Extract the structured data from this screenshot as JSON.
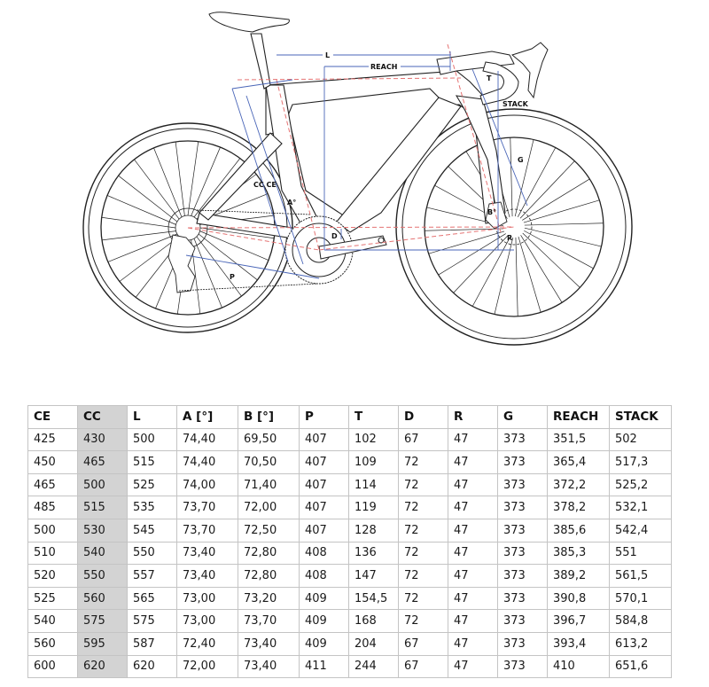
{
  "diagram": {
    "labels": {
      "L": "L",
      "REACH": "REACH",
      "T": "T",
      "STACK": "STACK",
      "G": "G",
      "CC_CE": "CC CE",
      "A": "A°",
      "D": "D",
      "B": "B°",
      "R": "R",
      "P": "P"
    },
    "colors": {
      "line": "#222222",
      "dimension": "#4a66b8",
      "centerline": "#e57373",
      "cc_column": "#d3d3d3",
      "grid": "#c4c4c4"
    }
  },
  "table": {
    "headers": [
      "CE",
      "CC",
      "L",
      "A [°]",
      "B [°]",
      "P",
      "T",
      "D",
      "R",
      "G",
      "REACH",
      "STACK"
    ],
    "rows": [
      [
        "425",
        "430",
        "500",
        "74,40",
        "69,50",
        "407",
        "102",
        "67",
        "47",
        "373",
        "351,5",
        "502"
      ],
      [
        "450",
        "465",
        "515",
        "74,40",
        "70,50",
        "407",
        "109",
        "72",
        "47",
        "373",
        "365,4",
        "517,3"
      ],
      [
        "465",
        "500",
        "525",
        "74,00",
        "71,40",
        "407",
        "114",
        "72",
        "47",
        "373",
        "372,2",
        "525,2"
      ],
      [
        "485",
        "515",
        "535",
        "73,70",
        "72,00",
        "407",
        "119",
        "72",
        "47",
        "373",
        "378,2",
        "532,1"
      ],
      [
        "500",
        "530",
        "545",
        "73,70",
        "72,50",
        "407",
        "128",
        "72",
        "47",
        "373",
        "385,6",
        "542,4"
      ],
      [
        "510",
        "540",
        "550",
        "73,40",
        "72,80",
        "408",
        "136",
        "72",
        "47",
        "373",
        "385,3",
        "551"
      ],
      [
        "520",
        "550",
        "557",
        "73,40",
        "72,80",
        "408",
        "147",
        "72",
        "47",
        "373",
        "389,2",
        "561,5"
      ],
      [
        "525",
        "560",
        "565",
        "73,00",
        "73,20",
        "409",
        "154,5",
        "72",
        "47",
        "373",
        "390,8",
        "570,1"
      ],
      [
        "540",
        "575",
        "575",
        "73,00",
        "73,70",
        "409",
        "168",
        "72",
        "47",
        "373",
        "396,7",
        "584,8"
      ],
      [
        "560",
        "595",
        "587",
        "72,40",
        "73,40",
        "409",
        "204",
        "67",
        "47",
        "373",
        "393,4",
        "613,2"
      ],
      [
        "600",
        "620",
        "620",
        "72,00",
        "73,40",
        "411",
        "244",
        "67",
        "47",
        "373",
        "410",
        "651,6"
      ]
    ]
  }
}
